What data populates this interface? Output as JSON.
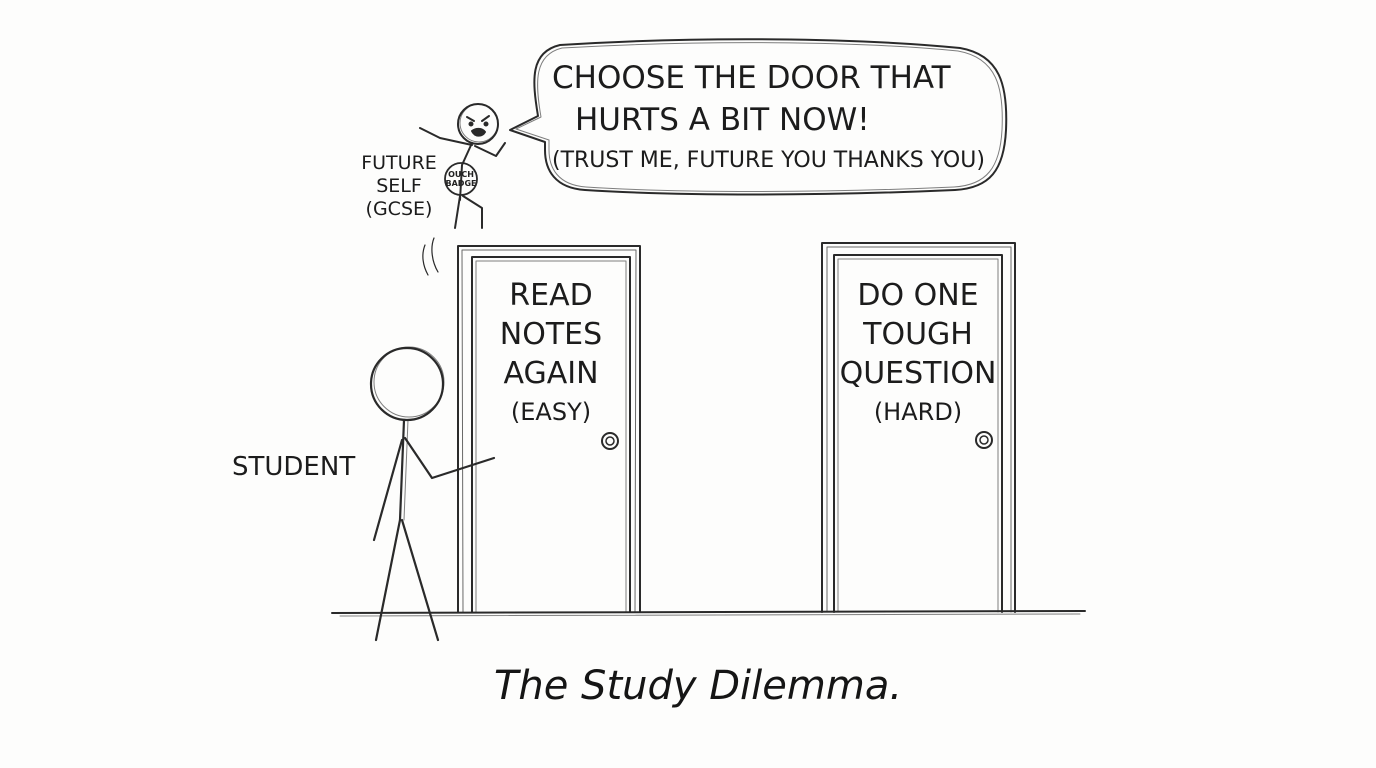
{
  "speech_bubble": {
    "line1": "CHOOSE THE DOOR THAT",
    "line2": "HURTS A BIT NOW!",
    "line3": "(TRUST ME, FUTURE YOU THANKS YOU)"
  },
  "future_self": {
    "label_line1": "FUTURE",
    "label_line2": "SELF",
    "label_line3": "(GCSE)",
    "badge_line1": "OUCH",
    "badge_line2": "BADGE"
  },
  "student": {
    "label": "STUDENT"
  },
  "doors": [
    {
      "lines": [
        "READ",
        "NOTES",
        "AGAIN"
      ],
      "subtitle": "(EASY)"
    },
    {
      "lines": [
        "DO ONE",
        "TOUGH",
        "QUESTION"
      ],
      "subtitle": "(HARD)"
    }
  ],
  "caption": "The Study Dilemma.",
  "colors": {
    "ink": "#2a2a2a",
    "paper": "#fdfdfc"
  }
}
